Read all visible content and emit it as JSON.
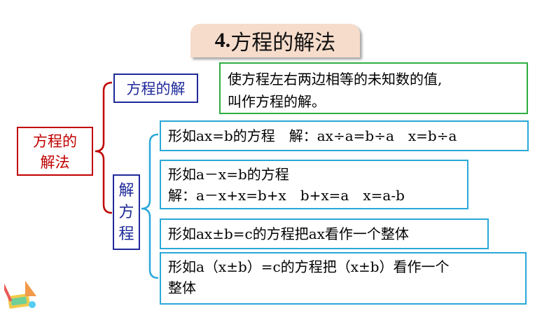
{
  "title": {
    "number": "4.",
    "text": "方程的解法"
  },
  "root": {
    "line1": "方程的",
    "line2": "解法"
  },
  "branch_solution": {
    "label": "方程的解",
    "definition_line1": "使方程左右两边相等的未知数的值,",
    "definition_line2": "叫作方程的解。"
  },
  "branch_solving": {
    "char1": "解",
    "char2": "方",
    "char3": "程"
  },
  "rules": [
    {
      "line1": "形如ax=b的方程　解：ax÷a=b÷a　x=b÷a"
    },
    {
      "line1": "形如a－x=b的方程",
      "line2": "解：a－x+x=b+x　b+x=a　x=a-b"
    },
    {
      "line1": "形如ax±b=c的方程把ax看作一个整体"
    },
    {
      "line1": "形如a（x±b）=c的方程把（x±b）看作一个",
      "line2": "整体"
    }
  ],
  "colors": {
    "root": "#c00000",
    "branch": "#1f2a9a",
    "bracket": "#c00000",
    "sub_bracket": "#29a8d8",
    "definition_border": "#2fae42",
    "rule_border": "#29a8d8",
    "title_bg": "#f6dccb"
  },
  "icons": [
    "stationery-decoration-icon"
  ]
}
